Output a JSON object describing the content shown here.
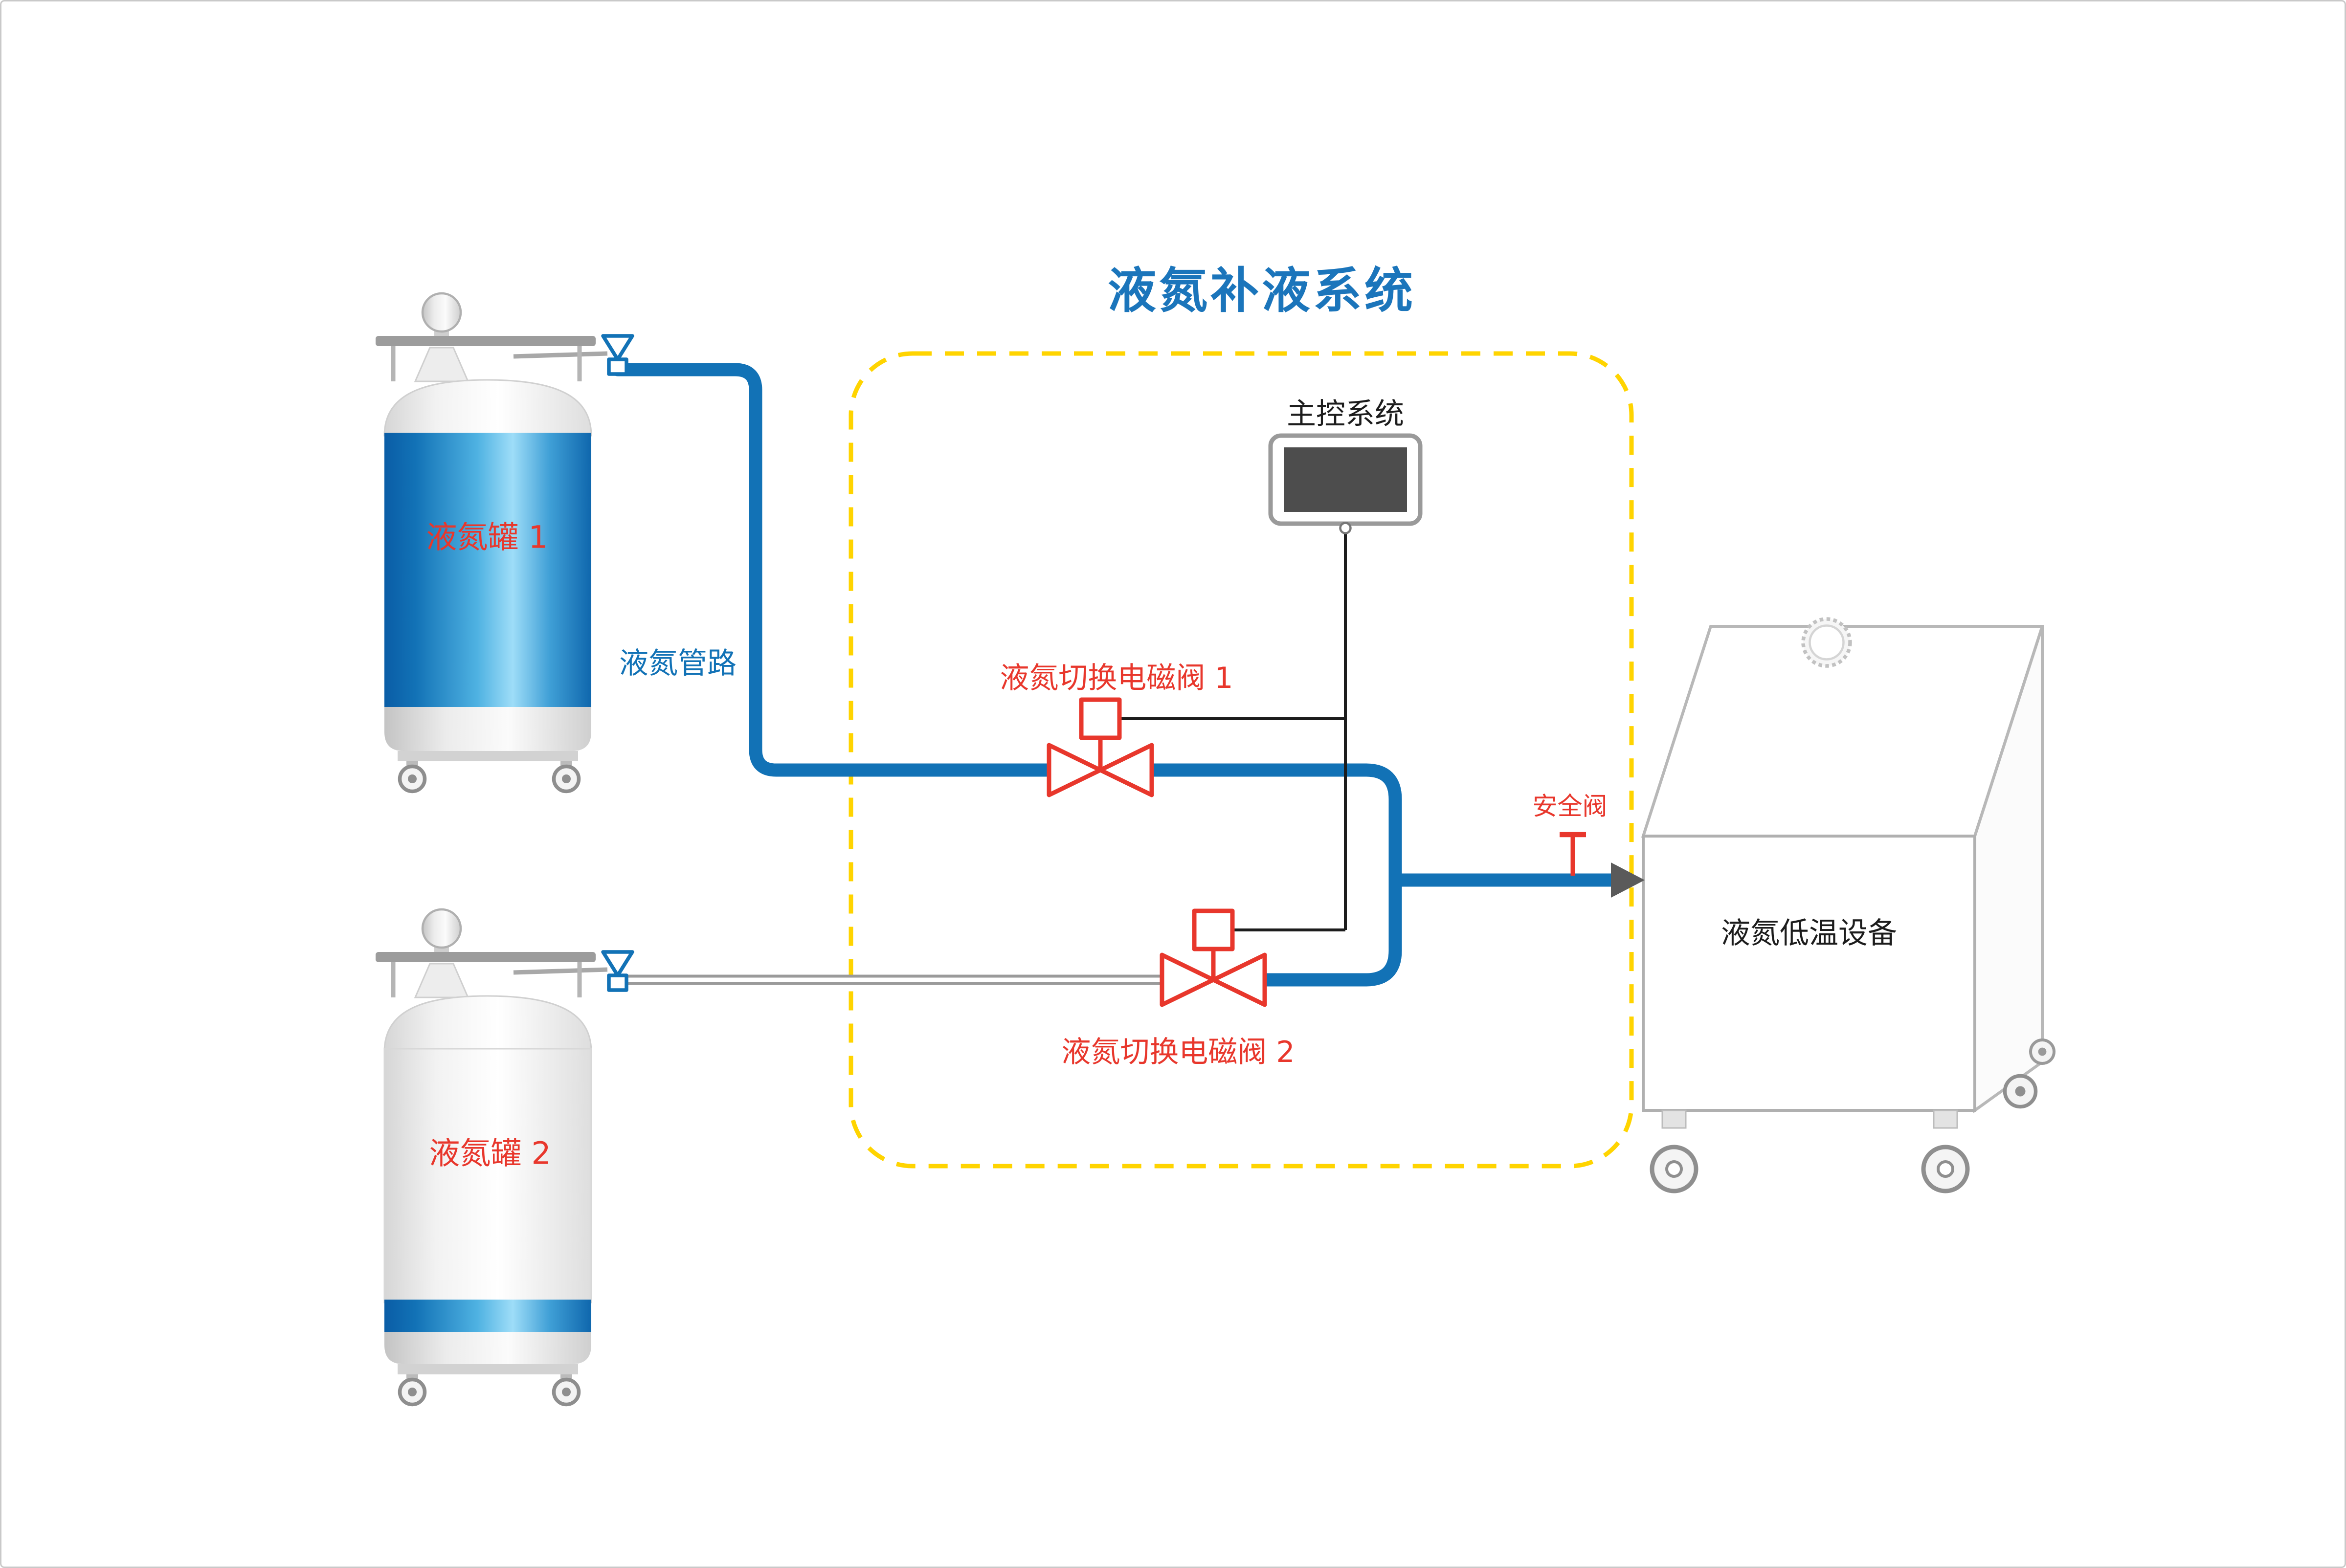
{
  "diagram": {
    "title": "液氮补液系统",
    "tank1_label": "液氮罐 1",
    "tank2_label": "液氮罐 2",
    "pipeline_label": "液氮管路",
    "control_system_label": "主控系统",
    "valve1_label": "液氮切换电磁阀 1",
    "valve2_label": "液氮切换电磁阀 2",
    "safety_valve_label": "安全阀",
    "equipment_label": "液氮低温设备"
  },
  "icons": {
    "control_monitor": "monitor-screen-icon",
    "solenoid_valve": "bowtie-valve-icon",
    "tank_outlet": "funnel-valve-icon",
    "safety_valve": "relief-valve-icon",
    "vent": "vent-fan-icon",
    "flow_arrow": "flow-arrow-icon",
    "caster": "caster-wheel-icon"
  },
  "colors": {
    "title_blue": "#1b75bb",
    "pipe_blue": "#1272b6",
    "accent_red": "#e8372c",
    "boundary_yellow": "#ffd400",
    "line_black": "#1c1c1c",
    "pipe_gray": "#9a9a9a"
  }
}
